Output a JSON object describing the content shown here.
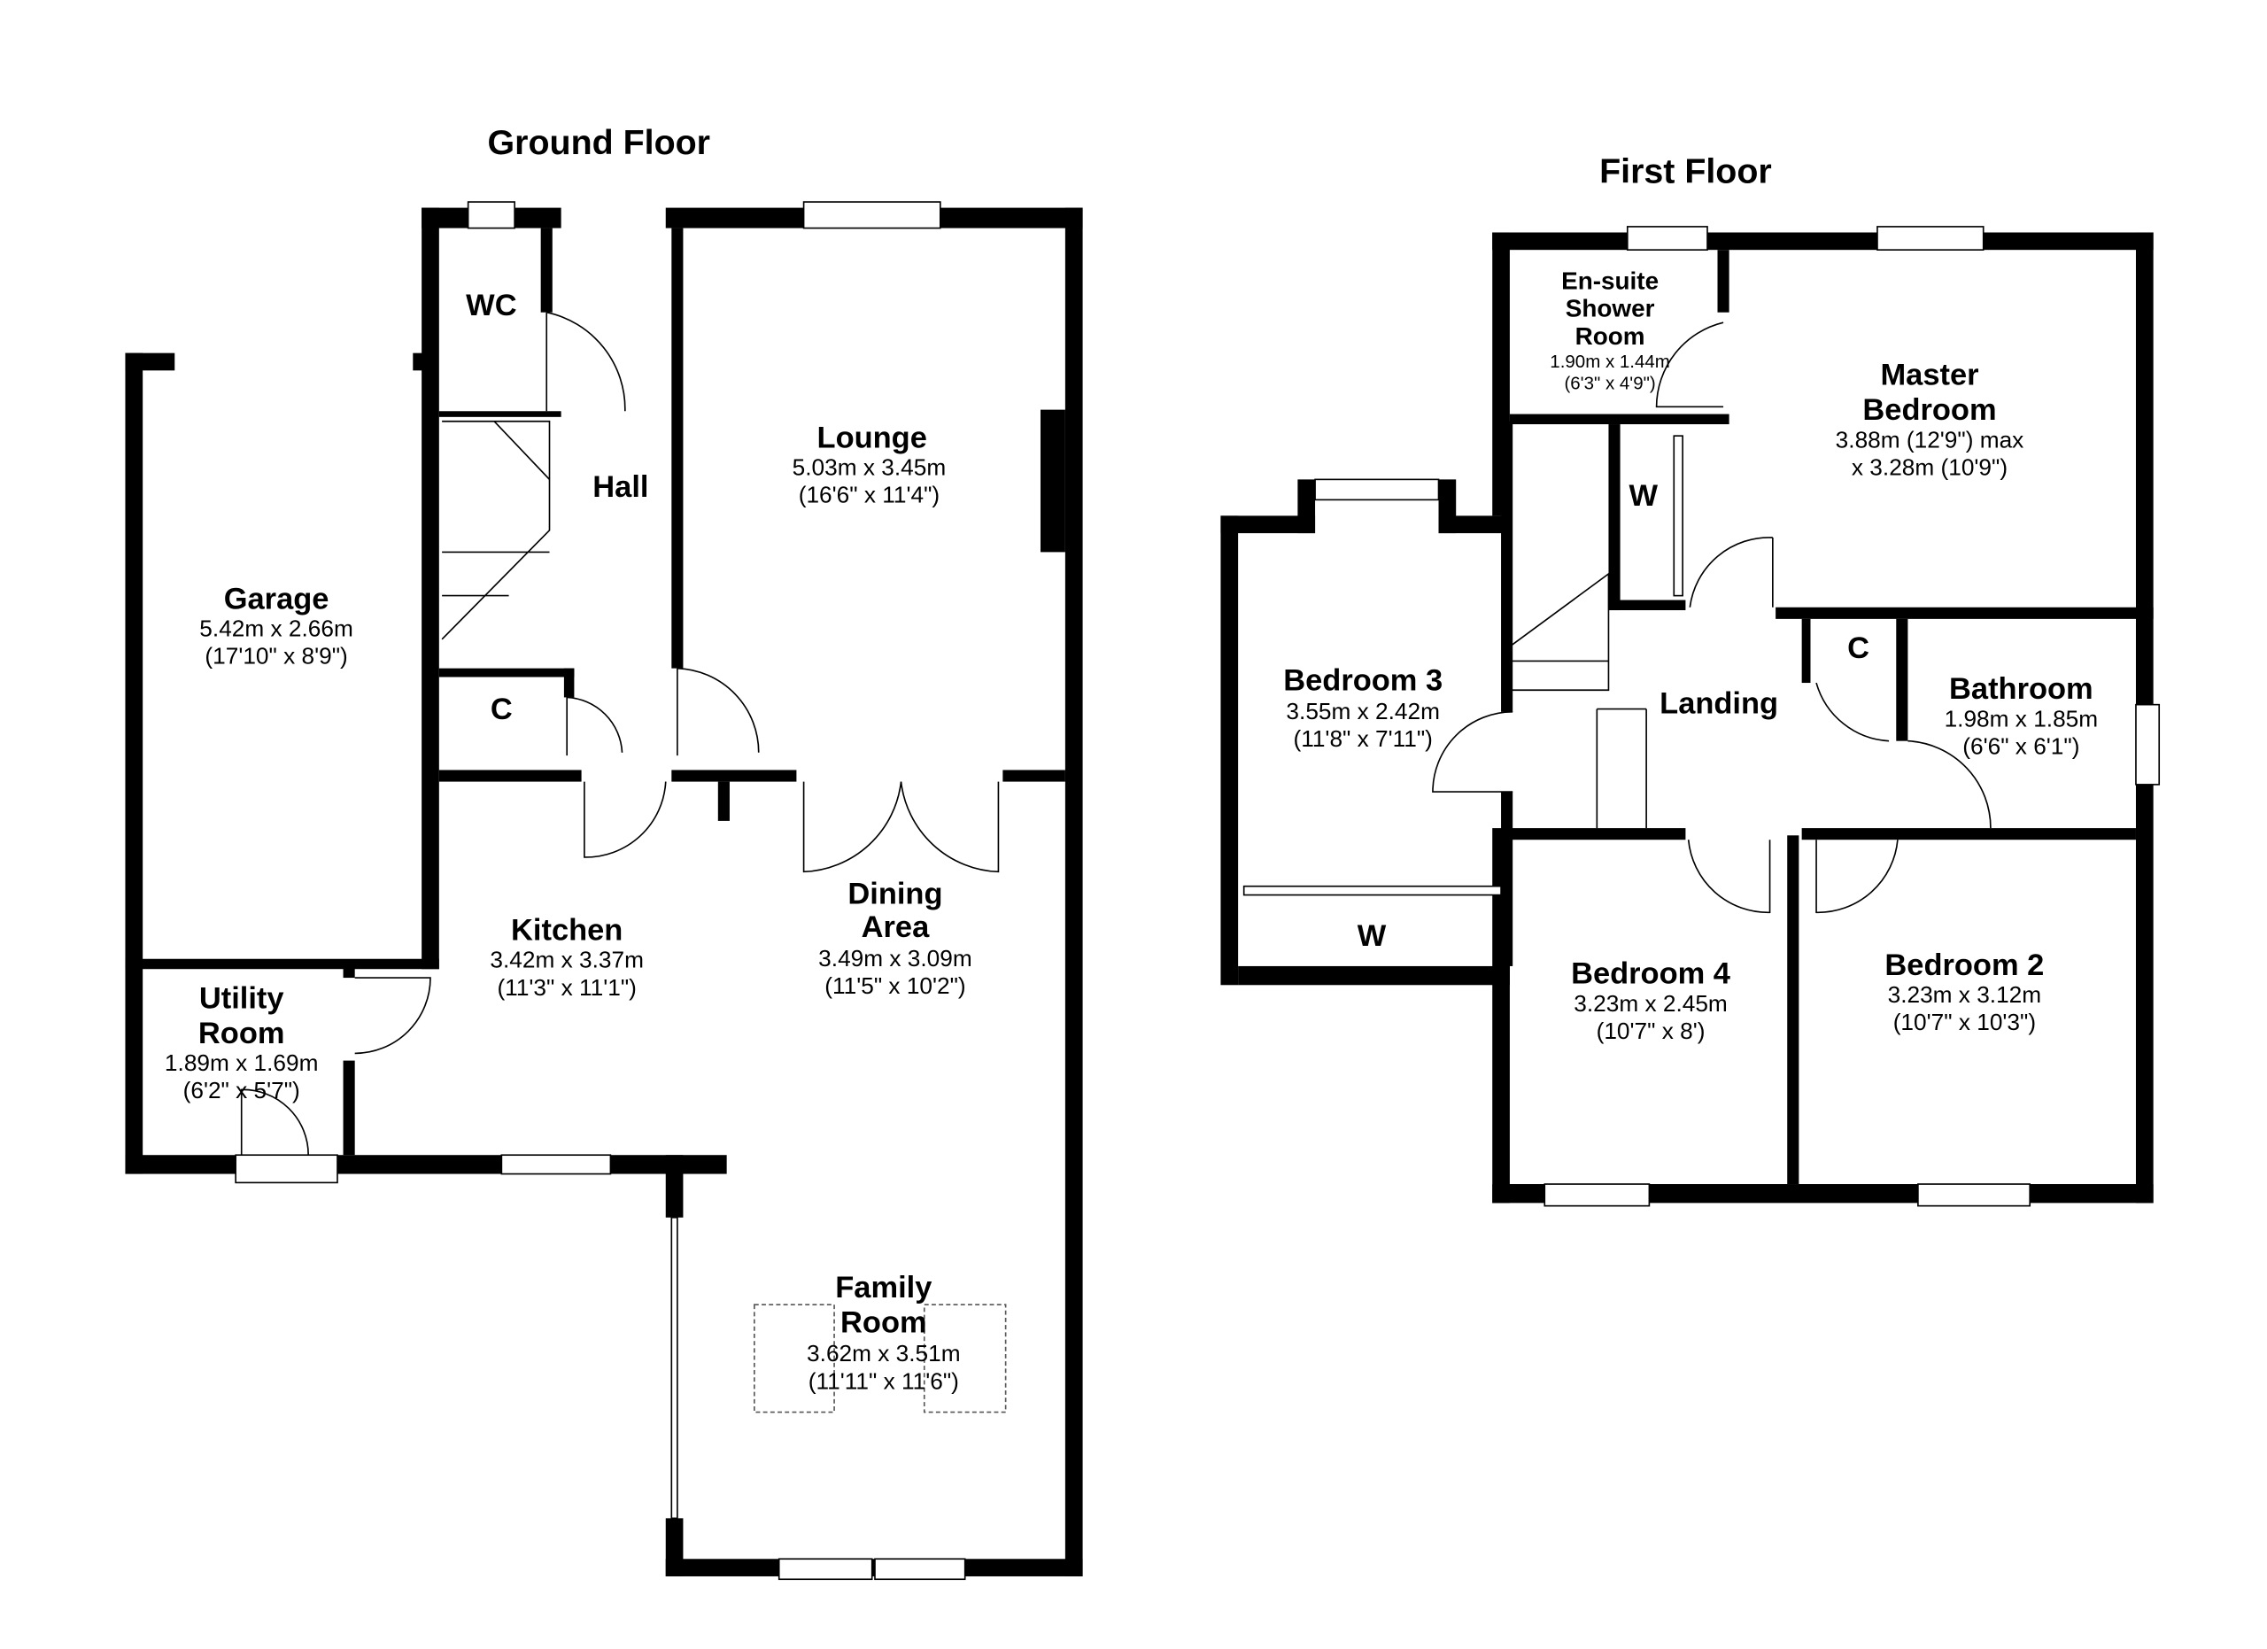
{
  "ground_floor": {
    "title": "Ground Floor",
    "rooms": {
      "wc": {
        "name": "WC"
      },
      "hall": {
        "name": "Hall"
      },
      "cupboard": {
        "name": "C"
      },
      "lounge": {
        "name": "Lounge",
        "metric": "5.03m x 3.45m",
        "imperial": "(16'6\" x 11'4\")"
      },
      "garage": {
        "name": "Garage",
        "metric": "5.42m x 2.66m",
        "imperial": "(17'10\" x 8'9\")"
      },
      "kitchen": {
        "name": "Kitchen",
        "metric": "3.42m x 3.37m",
        "imperial": "(11'3\" x 11'1\")"
      },
      "dining": {
        "name_line1": "Dining",
        "name_line2": "Area",
        "metric": "3.49m x 3.09m",
        "imperial": "(11'5\" x 10'2\")"
      },
      "utility": {
        "name_line1": "Utility",
        "name_line2": "Room",
        "metric": "1.89m x 1.69m",
        "imperial": "(6'2\" x 5'7\")"
      },
      "family": {
        "name_line1": "Family",
        "name_line2": "Room",
        "metric": "3.62m x 3.51m",
        "imperial": "(11'11\" x 11'6\")"
      }
    }
  },
  "first_floor": {
    "title": "First Floor",
    "rooms": {
      "ensuite": {
        "name_line1": "En-suite",
        "name_line2": "Shower",
        "name_line3": "Room",
        "metric": "1.90m x 1.44m",
        "imperial": "(6'3\" x 4'9\")"
      },
      "master": {
        "name_line1": "Master",
        "name_line2": "Bedroom",
        "metric": "3.88m (12'9\") max",
        "imperial": "x 3.28m (10'9\")"
      },
      "wardrobe_master": {
        "name": "W"
      },
      "bedroom3": {
        "name": "Bedroom 3",
        "metric": "3.55m x 2.42m",
        "imperial": "(11'8\" x 7'11\")"
      },
      "wardrobe_bed3": {
        "name": "W"
      },
      "landing": {
        "name": "Landing"
      },
      "cupboard": {
        "name": "C"
      },
      "bathroom": {
        "name": "Bathroom",
        "metric": "1.98m x 1.85m",
        "imperial": "(6'6\" x 6'1\")"
      },
      "bedroom4": {
        "name": "Bedroom 4",
        "metric": "3.23m x 2.45m",
        "imperial": "(10'7\" x 8')"
      },
      "bedroom2": {
        "name": "Bedroom 2",
        "metric": "3.23m x 3.12m",
        "imperial": "(10'7\" x 10'3\")"
      }
    }
  }
}
